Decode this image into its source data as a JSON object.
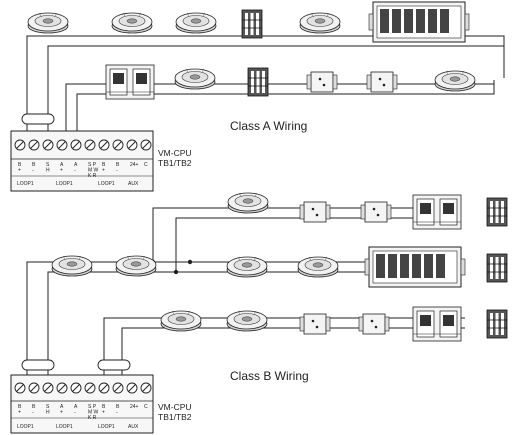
{
  "class_a": {
    "caption": "Class A Wiring",
    "panel_name": "VM-CPU",
    "panel_tb": "TB1/TB2"
  },
  "class_b": {
    "caption": "Class B Wiring",
    "panel_name": "VM-CPU",
    "panel_tb": "TB1/TB2"
  },
  "terminal_block": {
    "row1": [
      "B",
      "B",
      "S",
      "A",
      "A",
      "S P",
      "B",
      "B",
      "24+",
      "C"
    ],
    "row2": [
      "+",
      "-",
      "H",
      "+",
      "-",
      "M W",
      "+",
      "-",
      "",
      ""
    ],
    "row3": [
      "",
      "",
      "",
      "",
      "",
      "K R",
      "",
      "",
      "",
      ""
    ],
    "groups": [
      "LOOP1",
      "LOOP1",
      "LOOP1",
      "AUX"
    ]
  },
  "colors": {
    "ink": "#222222",
    "background": "#ffffff"
  }
}
